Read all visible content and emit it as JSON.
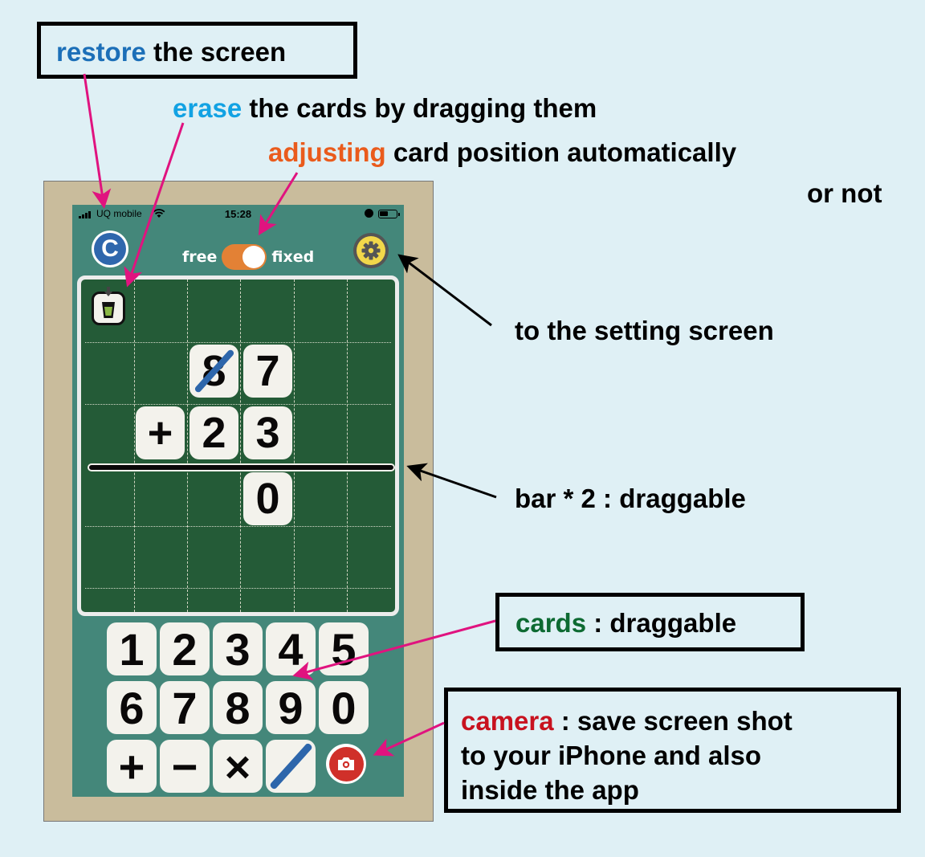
{
  "annotations": {
    "restore": {
      "highlight": "restore",
      "rest": " the screen",
      "color": "#1c6fb8"
    },
    "erase": {
      "highlight": "erase",
      "rest": " the cards by dragging them",
      "color": "#12a2e3"
    },
    "adjusting": {
      "highlight": "adjusting",
      "rest": " card position automatically",
      "line2": "or not",
      "color": "#ea5b1c"
    },
    "settings": {
      "text": "to the setting screen"
    },
    "bar": {
      "text": "bar * 2 : draggable"
    },
    "cards": {
      "highlight": "cards",
      "rest": " : draggable",
      "color": "#0d6a32"
    },
    "camera": {
      "highlight": "camera",
      "rest": " : save screen shot",
      "line2": "to your iPhone and also",
      "line3": "inside the app",
      "color": "#c8121f"
    }
  },
  "status_bar": {
    "carrier": "UQ mobile",
    "time": "15:28",
    "icons": [
      "signal-icon",
      "wifi-icon",
      "alarm-icon",
      "battery-icon"
    ]
  },
  "toolbar": {
    "restore_icon": "C",
    "toggle_left_label": "free",
    "toggle_right_label": "fixed",
    "toggle_state": "fixed",
    "settings_icon": "gear-icon"
  },
  "board": {
    "trash_icon": "trash-icon",
    "cards": [
      {
        "value": "8",
        "struck": true
      },
      {
        "value": "7",
        "struck": false
      },
      {
        "value": "+",
        "struck": false
      },
      {
        "value": "2",
        "struck": false
      },
      {
        "value": "3",
        "struck": false
      },
      {
        "value": "0",
        "struck": false
      }
    ],
    "bars_count": 2
  },
  "palette": {
    "row1": [
      "1",
      "2",
      "3",
      "4",
      "5"
    ],
    "row2": [
      "6",
      "7",
      "8",
      "9",
      "0"
    ],
    "row3": [
      "+",
      "−",
      "×",
      "slash"
    ],
    "camera_icon": "camera-icon"
  },
  "colors": {
    "background": "#dff0f5",
    "frame": "#c9bc9c",
    "screen": "#44877a",
    "board": "#245b37",
    "card": "#f3f2ec",
    "toggle": "#e38135",
    "arrow_pink": "#e0137f"
  }
}
